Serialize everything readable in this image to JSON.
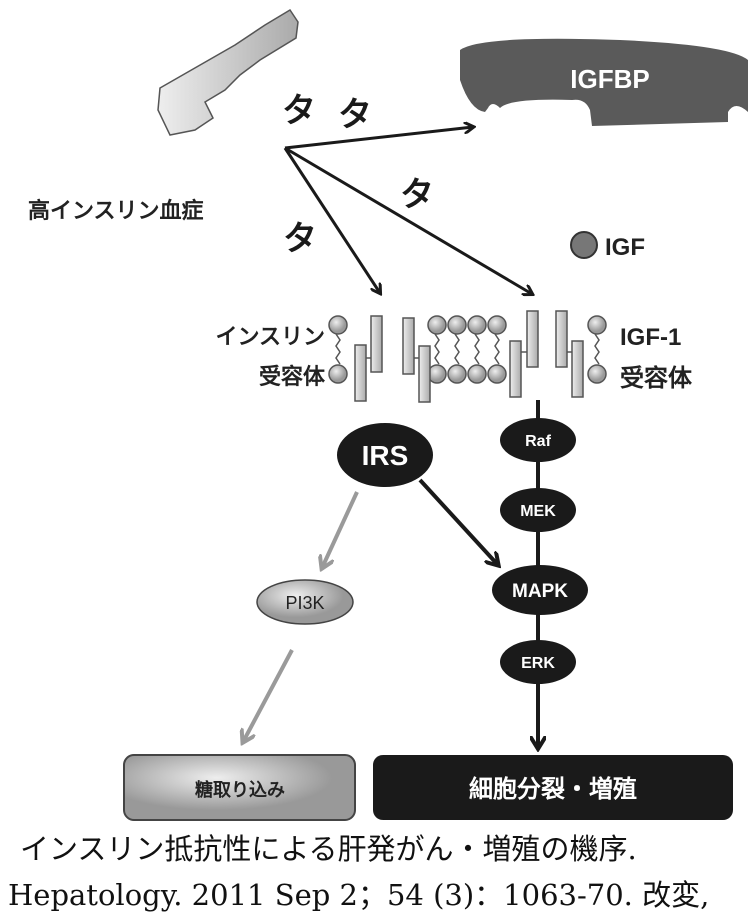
{
  "labels": {
    "hyperinsulinemia": "高インスリン血症",
    "igfbp": "IGFBP",
    "igf": "IGF",
    "insulin_receptor_line1": "インスリン",
    "insulin_receptor_line2": "受容体",
    "igf1_receptor_line1": "IGF-1",
    "igf1_receptor_line2": "受容体"
  },
  "nodes": {
    "irs": "IRS",
    "pi3k": "PI3K",
    "raf": "Raf",
    "mek": "MEK",
    "mapk": "MAPK",
    "erk": "ERK"
  },
  "outcomes": {
    "glucose_uptake": "糖取り込み",
    "cell_proliferation": "細胞分裂・増殖"
  },
  "caption": {
    "line1": "インスリン抵抗性による肝発がん・増殖の機序.",
    "line2": "Hepatology. 2011 Sep 2；54 (3)：1063-70. 改変,"
  },
  "colors": {
    "dark": "#1a1a1a",
    "gray_path": "#9a9a9a",
    "igfbp": "#5a5a5a"
  }
}
